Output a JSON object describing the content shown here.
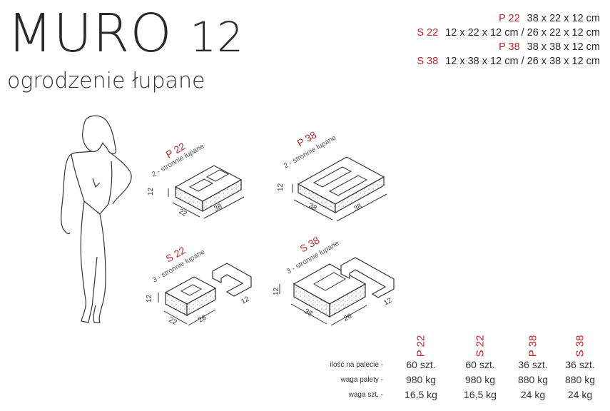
{
  "header": {
    "title_main": "MURO",
    "title_number": "12",
    "subtitle": "ogrodzenie łupane"
  },
  "specs": [
    {
      "code": "P 22",
      "dims": "38 x 22 x 12 cm"
    },
    {
      "code": "S 22",
      "dims": "12 x 22 x 12 cm / 26 x 22 x 12 cm"
    },
    {
      "code": "P 38",
      "dims": "38 x 38 x 12 cm"
    },
    {
      "code": "S 38",
      "dims": "12 x 38 x 12 cm / 26 x 38 x 12 cm"
    }
  ],
  "blocks": {
    "p22": {
      "code": "P 22",
      "desc": "2 - stronnie łupane",
      "h": "12",
      "d": "22",
      "w": "38"
    },
    "p38": {
      "code": "P 38",
      "desc": "2 - stronnie łupane",
      "h": "12",
      "d": "38",
      "w": "38"
    },
    "s22": {
      "code": "S 22",
      "desc": "3 - stronnie łupane",
      "h": "12",
      "d": "22",
      "w": "26",
      "h2": "12"
    },
    "s38": {
      "code": "S 38",
      "desc": "3 - stronnie łupane",
      "h": "12",
      "d": "38",
      "w": "26",
      "h2": "12"
    }
  },
  "table": {
    "row_labels": [
      "ilość na palecie  -",
      "waga palety  -",
      "waga szt.  -"
    ],
    "columns": [
      {
        "code": "P 22",
        "values": [
          "60 szt.",
          "980 kg",
          "16,5 kg"
        ]
      },
      {
        "code": "S 22",
        "values": [
          "60 szt.",
          "980 kg",
          "16,5 kg"
        ]
      },
      {
        "code": "P 38",
        "values": [
          "36 szt.",
          "880 kg",
          "24 kg"
        ]
      },
      {
        "code": "S 38",
        "values": [
          "36 szt.",
          "880 kg",
          "24 kg"
        ]
      }
    ]
  },
  "colors": {
    "accent": "#c0262d",
    "text": "#2a2a2a"
  }
}
